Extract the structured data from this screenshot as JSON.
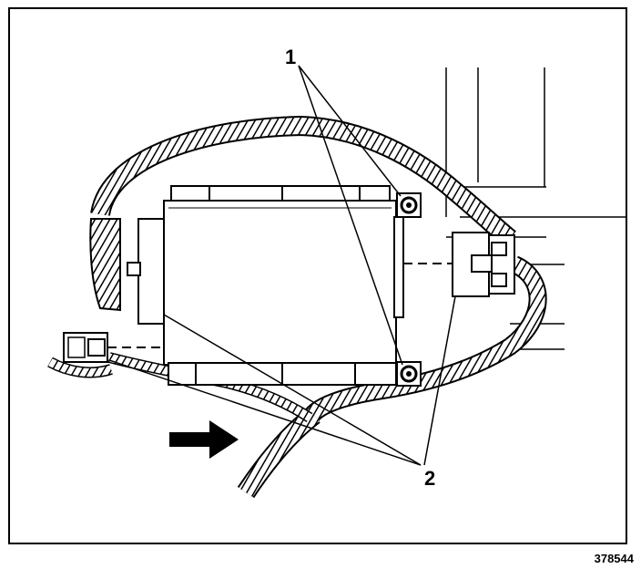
{
  "callouts": {
    "fasteners": "1",
    "connectors": "2"
  },
  "figure_number": "378544",
  "direction_arrow": "right-arrow-icon",
  "colors": {
    "ink": "#000000",
    "background": "#ffffff"
  }
}
